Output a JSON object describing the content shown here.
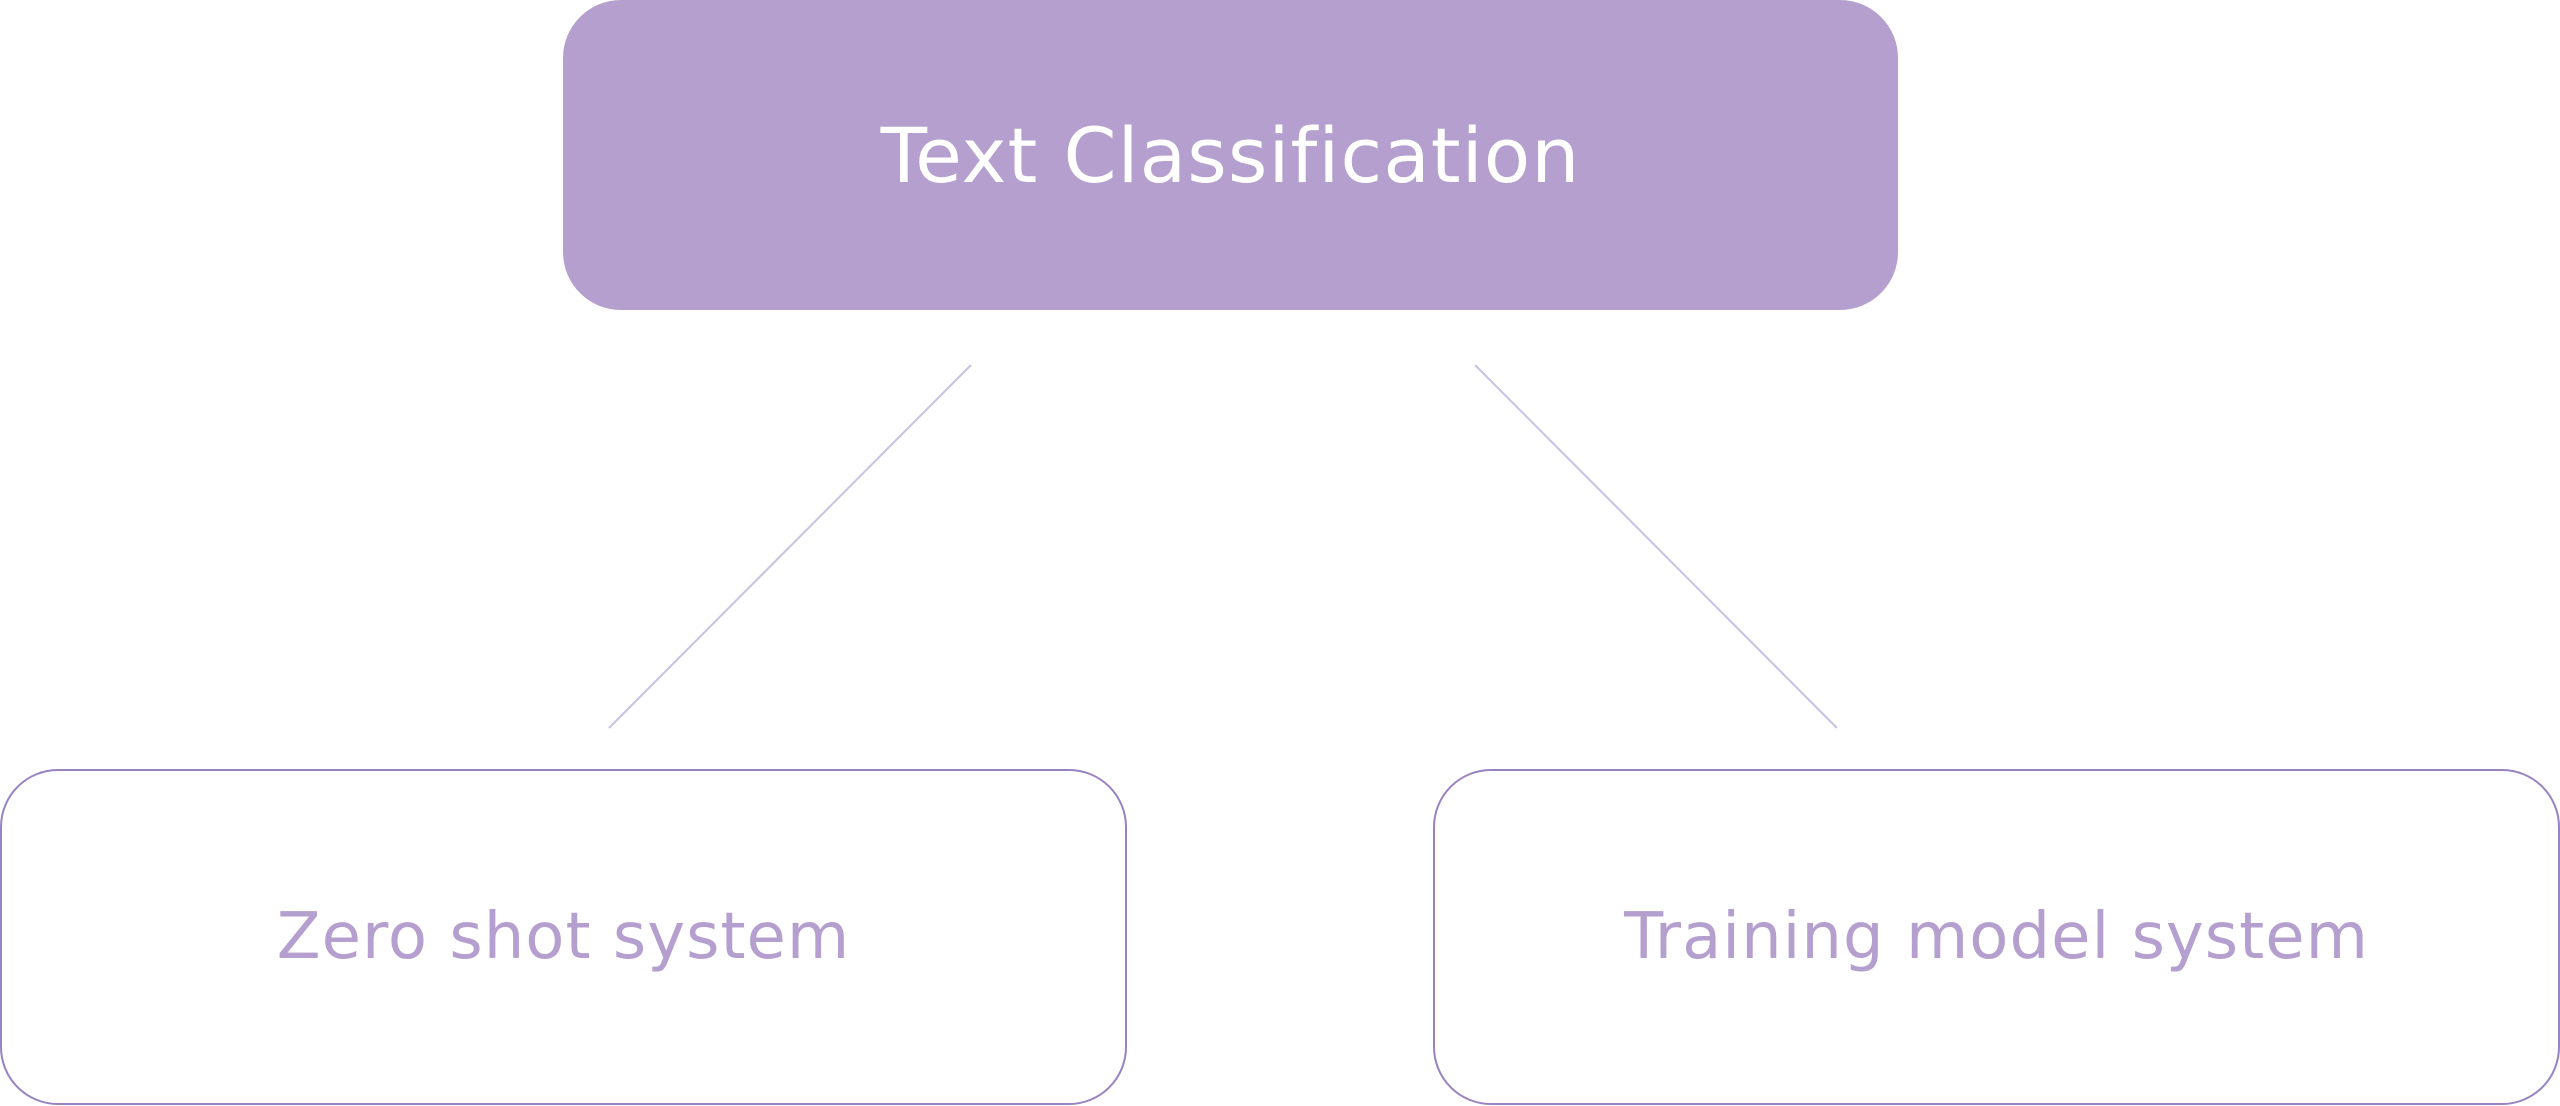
{
  "diagram": {
    "root": {
      "label": "Text Classification"
    },
    "children": [
      {
        "label": "Zero shot system"
      },
      {
        "label": "Training model system"
      }
    ]
  },
  "colors": {
    "root_fill": "#b49fcf",
    "root_text": "#ffffff",
    "child_border": "#9a82c2",
    "child_text": "#b49fcf",
    "connector": "#c9c1e4"
  }
}
